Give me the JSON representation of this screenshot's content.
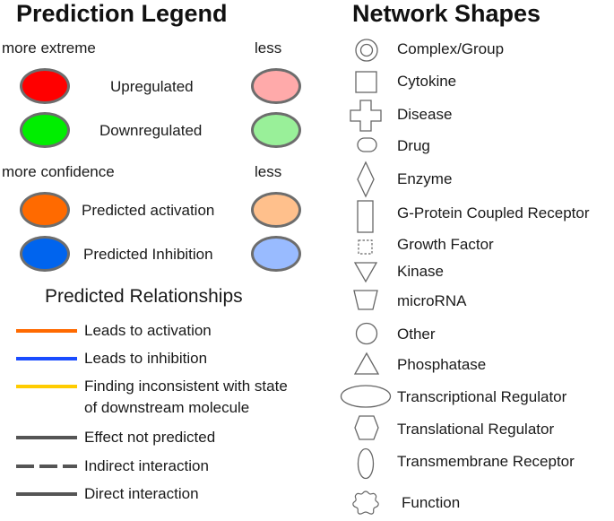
{
  "prediction_legend": {
    "title": "Prediction Legend",
    "more_extreme": "more extreme",
    "less_1": "less",
    "upregulated": "Upregulated",
    "downregulated": "Downregulated",
    "more_confidence": "more confidence",
    "less_2": "less",
    "predicted_activation": "Predicted activation",
    "predicted_inhibition": "Predicted Inhibition",
    "colors": {
      "up_strong": "#ff0000",
      "up_weak": "#ffaaaa",
      "down_strong": "#00ee00",
      "down_weak": "#99f099",
      "act_strong": "#ff6a00",
      "act_weak": "#ffc08c",
      "inh_strong": "#0064ee",
      "inh_weak": "#99bbff"
    }
  },
  "relationships": {
    "title": "Predicted Relationships",
    "leads_activation": "Leads to activation",
    "leads_inhibition": "Leads to inhibition",
    "inconsistent_line1": "Finding inconsistent with state",
    "inconsistent_line2": "of downstream molecule",
    "effect_not_predicted": "Effect not predicted",
    "indirect": "Indirect interaction",
    "direct": "Direct interaction",
    "colors": {
      "activation": "#ff6a00",
      "inhibition": "#1a4cff",
      "inconsistent": "#ffcc00",
      "neutral": "#555555"
    }
  },
  "network_shapes": {
    "title": "Network Shapes",
    "items": [
      {
        "label": "Complex/Group",
        "icon": "double-circle-icon"
      },
      {
        "label": "Cytokine",
        "icon": "square-icon"
      },
      {
        "label": "Disease",
        "icon": "cross-icon"
      },
      {
        "label": "Drug",
        "icon": "capsule-icon"
      },
      {
        "label": "Enzyme",
        "icon": "diamond-icon"
      },
      {
        "label": "G-Protein Coupled Receptor",
        "icon": "tall-rectangle-icon"
      },
      {
        "label": "Growth Factor",
        "icon": "dashed-square-icon"
      },
      {
        "label": "Kinase",
        "icon": "down-triangle-icon"
      },
      {
        "label": "microRNA",
        "icon": "trapezoid-icon"
      },
      {
        "label": "Other",
        "icon": "circle-icon"
      },
      {
        "label": "Phosphatase",
        "icon": "triangle-icon"
      },
      {
        "label": "Transcriptional Regulator",
        "icon": "wide-ellipse-icon"
      },
      {
        "label": "Translational Regulator",
        "icon": "hexagon-icon"
      },
      {
        "label": "Transmembrane Receptor",
        "icon": "vertical-ellipse-icon"
      },
      {
        "label": "Function",
        "icon": "cloud-icon"
      }
    ]
  }
}
